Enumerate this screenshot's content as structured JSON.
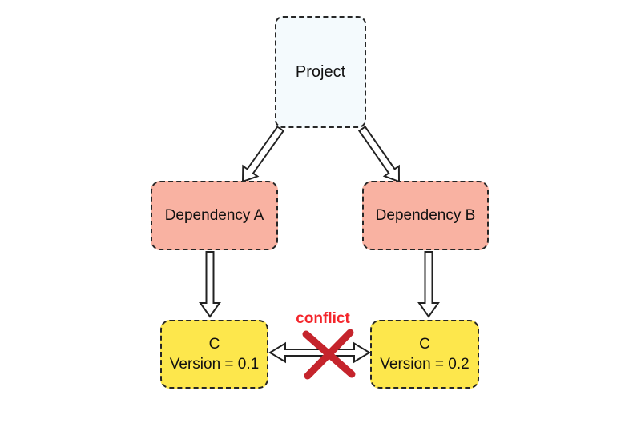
{
  "diagram": {
    "nodes": {
      "project": {
        "label": "Project",
        "fill": "#f4fafd"
      },
      "dependency_a": {
        "label": "Dependency A",
        "fill": "#f9b2a2"
      },
      "dependency_b": {
        "label": "Dependency B",
        "fill": "#f9b2a2"
      },
      "c_v1": {
        "label": "C",
        "sublabel": "Version = 0.1",
        "fill": "#fde74c"
      },
      "c_v2": {
        "label": "C",
        "sublabel": "Version = 0.2",
        "fill": "#fde74c"
      }
    },
    "edges": [
      {
        "from": "project",
        "to": "dependency_a",
        "type": "arrow"
      },
      {
        "from": "project",
        "to": "dependency_b",
        "type": "arrow"
      },
      {
        "from": "dependency_a",
        "to": "c_v1",
        "type": "arrow"
      },
      {
        "from": "dependency_b",
        "to": "c_v2",
        "type": "arrow"
      },
      {
        "from": "c_v1",
        "to": "c_v2",
        "type": "double-arrow-blocked"
      }
    ],
    "conflict": {
      "label": "conflict",
      "label_color": "#f4252b",
      "x_color": "#c5242c"
    },
    "style": {
      "border_color": "#262626",
      "arrow_outline": "#222222",
      "arrow_fill": "#ffffff",
      "background": "#ffffff"
    }
  }
}
